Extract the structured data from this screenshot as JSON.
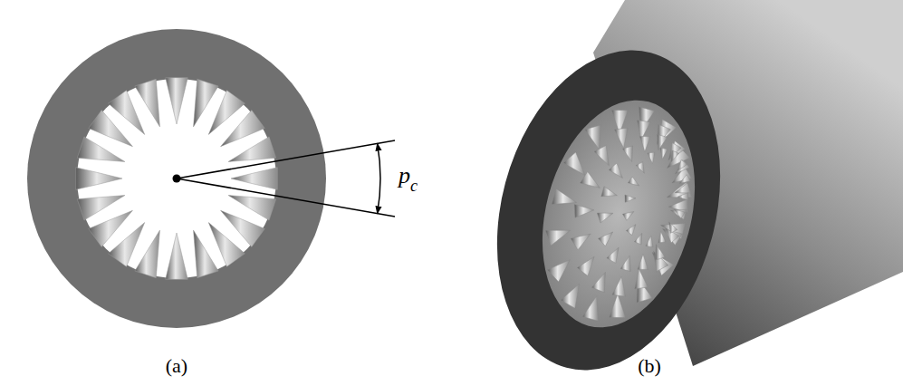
{
  "diagram": {
    "labels": [
      "p",
      "c",
      "(a)",
      "(b)"
    ]
  }
}
